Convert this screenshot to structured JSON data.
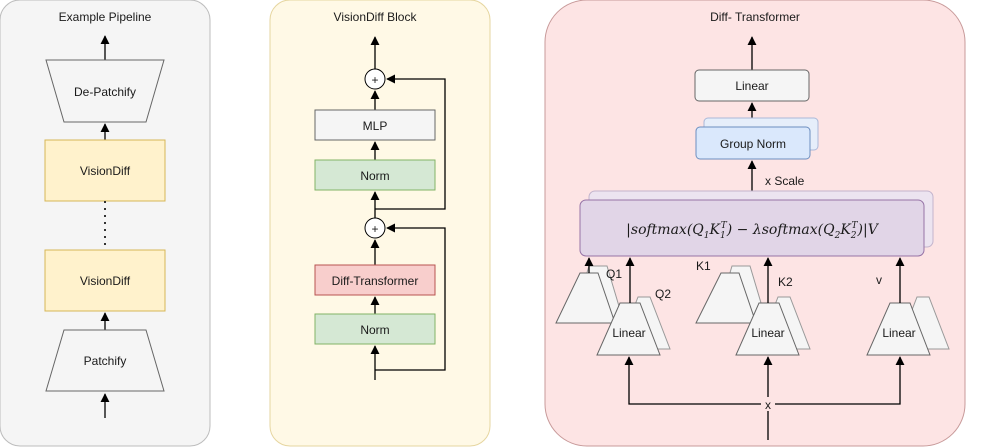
{
  "panels": {
    "pipeline": {
      "title": "Example Pipeline"
    },
    "visiondiff_block": {
      "title": "VisionDiff Block"
    },
    "diff_transformer": {
      "title": "Diff- Transformer"
    }
  },
  "pipeline": {
    "depatchify": "De-Patchify",
    "visiondiff_top": "VisionDiff",
    "visiondiff_bottom": "VisionDiff",
    "patchify": "Patchify"
  },
  "block": {
    "mlp": "MLP",
    "norm_top": "Norm",
    "diff_transformer": "Diff-Transformer",
    "norm_bottom": "Norm",
    "plus": "+"
  },
  "transformer": {
    "linear_top": "Linear",
    "group_norm": "Group Norm",
    "scale_label": "x Scale",
    "formula": {
      "p1": "|softmax(Q",
      "s1": "1",
      "p2": "K",
      "s2": "1",
      "t2": "T",
      "p3": ") − λsoftmax(Q",
      "s3": "2",
      "p4": "K",
      "s4": "2",
      "t4": "T",
      "p5": ")|V"
    },
    "q1": "Q1",
    "q2": "Q2",
    "k1": "K1",
    "k2": "K2",
    "v": "v",
    "linear_q": "Linear",
    "linear_k": "Linear",
    "linear_v": "Linear",
    "input_x": "x"
  },
  "colors": {
    "pipeline_bg": "#f5f5f5",
    "block_bg": "#fff9e6",
    "transformer_bg": "#fde4e4",
    "visiondiff_fill": "#fff2cc",
    "norm_fill": "#d5e8d4",
    "diff_fill": "#f8cecc",
    "group_norm_fill": "#dae8fc",
    "formula_fill": "#e1d5e7"
  }
}
